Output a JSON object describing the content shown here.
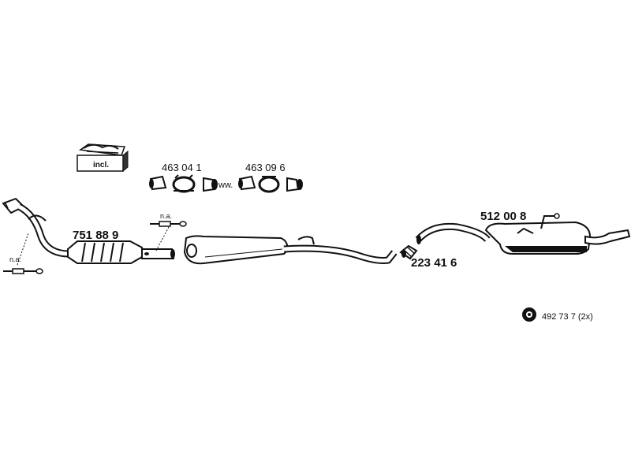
{
  "kit_box": {
    "label": "incl."
  },
  "clamps": {
    "clamp_a": "463 04 1",
    "joiner": "ww.",
    "clamp_b": "463 09 6"
  },
  "parts": {
    "catalytic_converter": "751 88 9",
    "connector_pipe": "223 41 6",
    "rear_silencer": "512 00 8"
  },
  "sensors": {
    "upper_note": "n.a.",
    "lower_note": "n.a."
  },
  "rubber_mount": {
    "label": "492 73 7 (2x)"
  }
}
